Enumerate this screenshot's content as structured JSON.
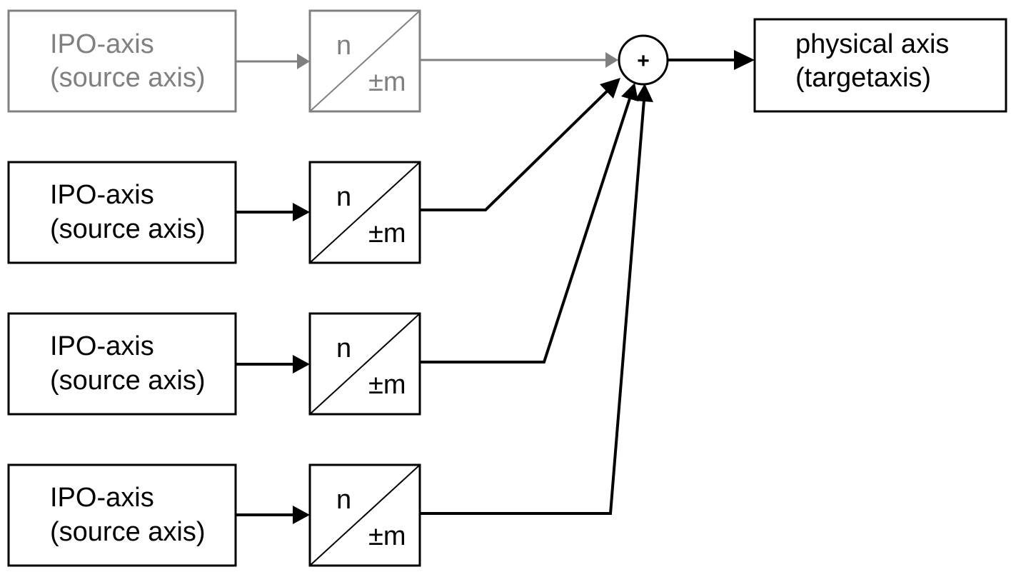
{
  "colors": {
    "active": "#000000",
    "inactive": "#808080",
    "background": "#ffffff"
  },
  "sources": [
    {
      "line1": "IPO-axis",
      "line2": "(source axis)",
      "state": "inactive"
    },
    {
      "line1": "IPO-axis",
      "line2": "(source axis)",
      "state": "active"
    },
    {
      "line1": "IPO-axis",
      "line2": "(source axis)",
      "state": "active"
    },
    {
      "line1": "IPO-axis",
      "line2": "(source axis)",
      "state": "active"
    }
  ],
  "ratio_blocks": [
    {
      "numerator": "n",
      "denominator": "±m",
      "state": "inactive"
    },
    {
      "numerator": "n",
      "denominator": "±m",
      "state": "active"
    },
    {
      "numerator": "n",
      "denominator": "±m",
      "state": "active"
    },
    {
      "numerator": "n",
      "denominator": "±m",
      "state": "active"
    }
  ],
  "summer": {
    "symbol": "+"
  },
  "target": {
    "line1": "physical axis",
    "line2": "(targetaxis)"
  }
}
